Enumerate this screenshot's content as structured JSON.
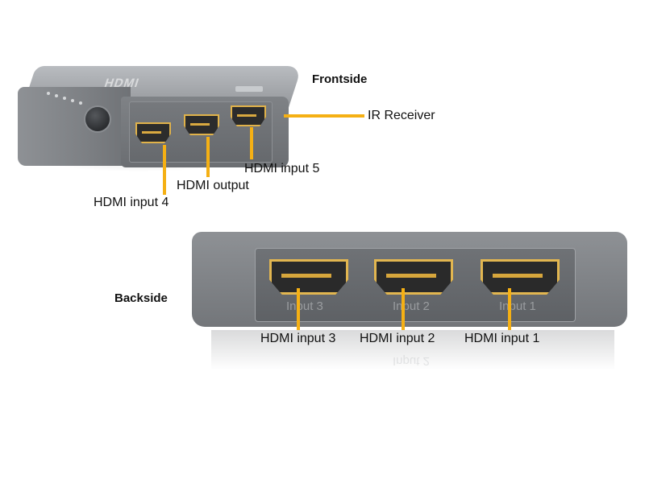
{
  "front": {
    "heading": "Frontside",
    "brand_logo": "HDMI",
    "callouts": {
      "ir_receiver": "IR Receiver",
      "hdmi_input_5": "HDMI input 5",
      "hdmi_output": "HDMI output",
      "hdmi_input_4": "HDMI input 4"
    }
  },
  "back": {
    "heading": "Backside",
    "port_captions": [
      "Input 3",
      "Input 2",
      "Input 1"
    ],
    "callouts": [
      "HDMI input 3",
      "HDMI input 2",
      "HDMI input 1"
    ]
  },
  "colors": {
    "leader_line": "#f5b014",
    "device_body": "#7d8084",
    "port_gold": "#e2b650"
  }
}
